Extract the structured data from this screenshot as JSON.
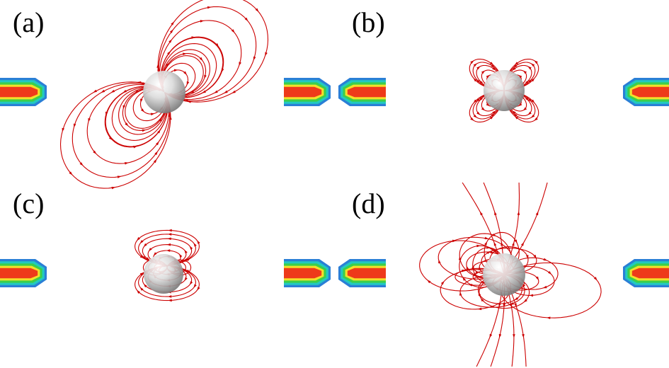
{
  "figure": {
    "panels": [
      {
        "id": "a",
        "label": "(a)",
        "field": "dipole-tilted"
      },
      {
        "id": "b",
        "label": "(b)",
        "field": "quadrupole-horizontal"
      },
      {
        "id": "c",
        "label": "(c)",
        "field": "dipole-with-inner-loops"
      },
      {
        "id": "d",
        "label": "(d)",
        "field": "disordered-multipole"
      }
    ],
    "colors": {
      "field_lines": "#cc0000",
      "particle": "#d8d8d8",
      "tip_outer": "#2a7fd6",
      "tip_mid": "#22c9c0",
      "tip_inner1": "#3ccf4a",
      "tip_inner2": "#f2e02a",
      "tip_core": "#ee3a1a"
    },
    "icons": [
      "nanosphere-icon",
      "antenna-tip-icon"
    ]
  }
}
